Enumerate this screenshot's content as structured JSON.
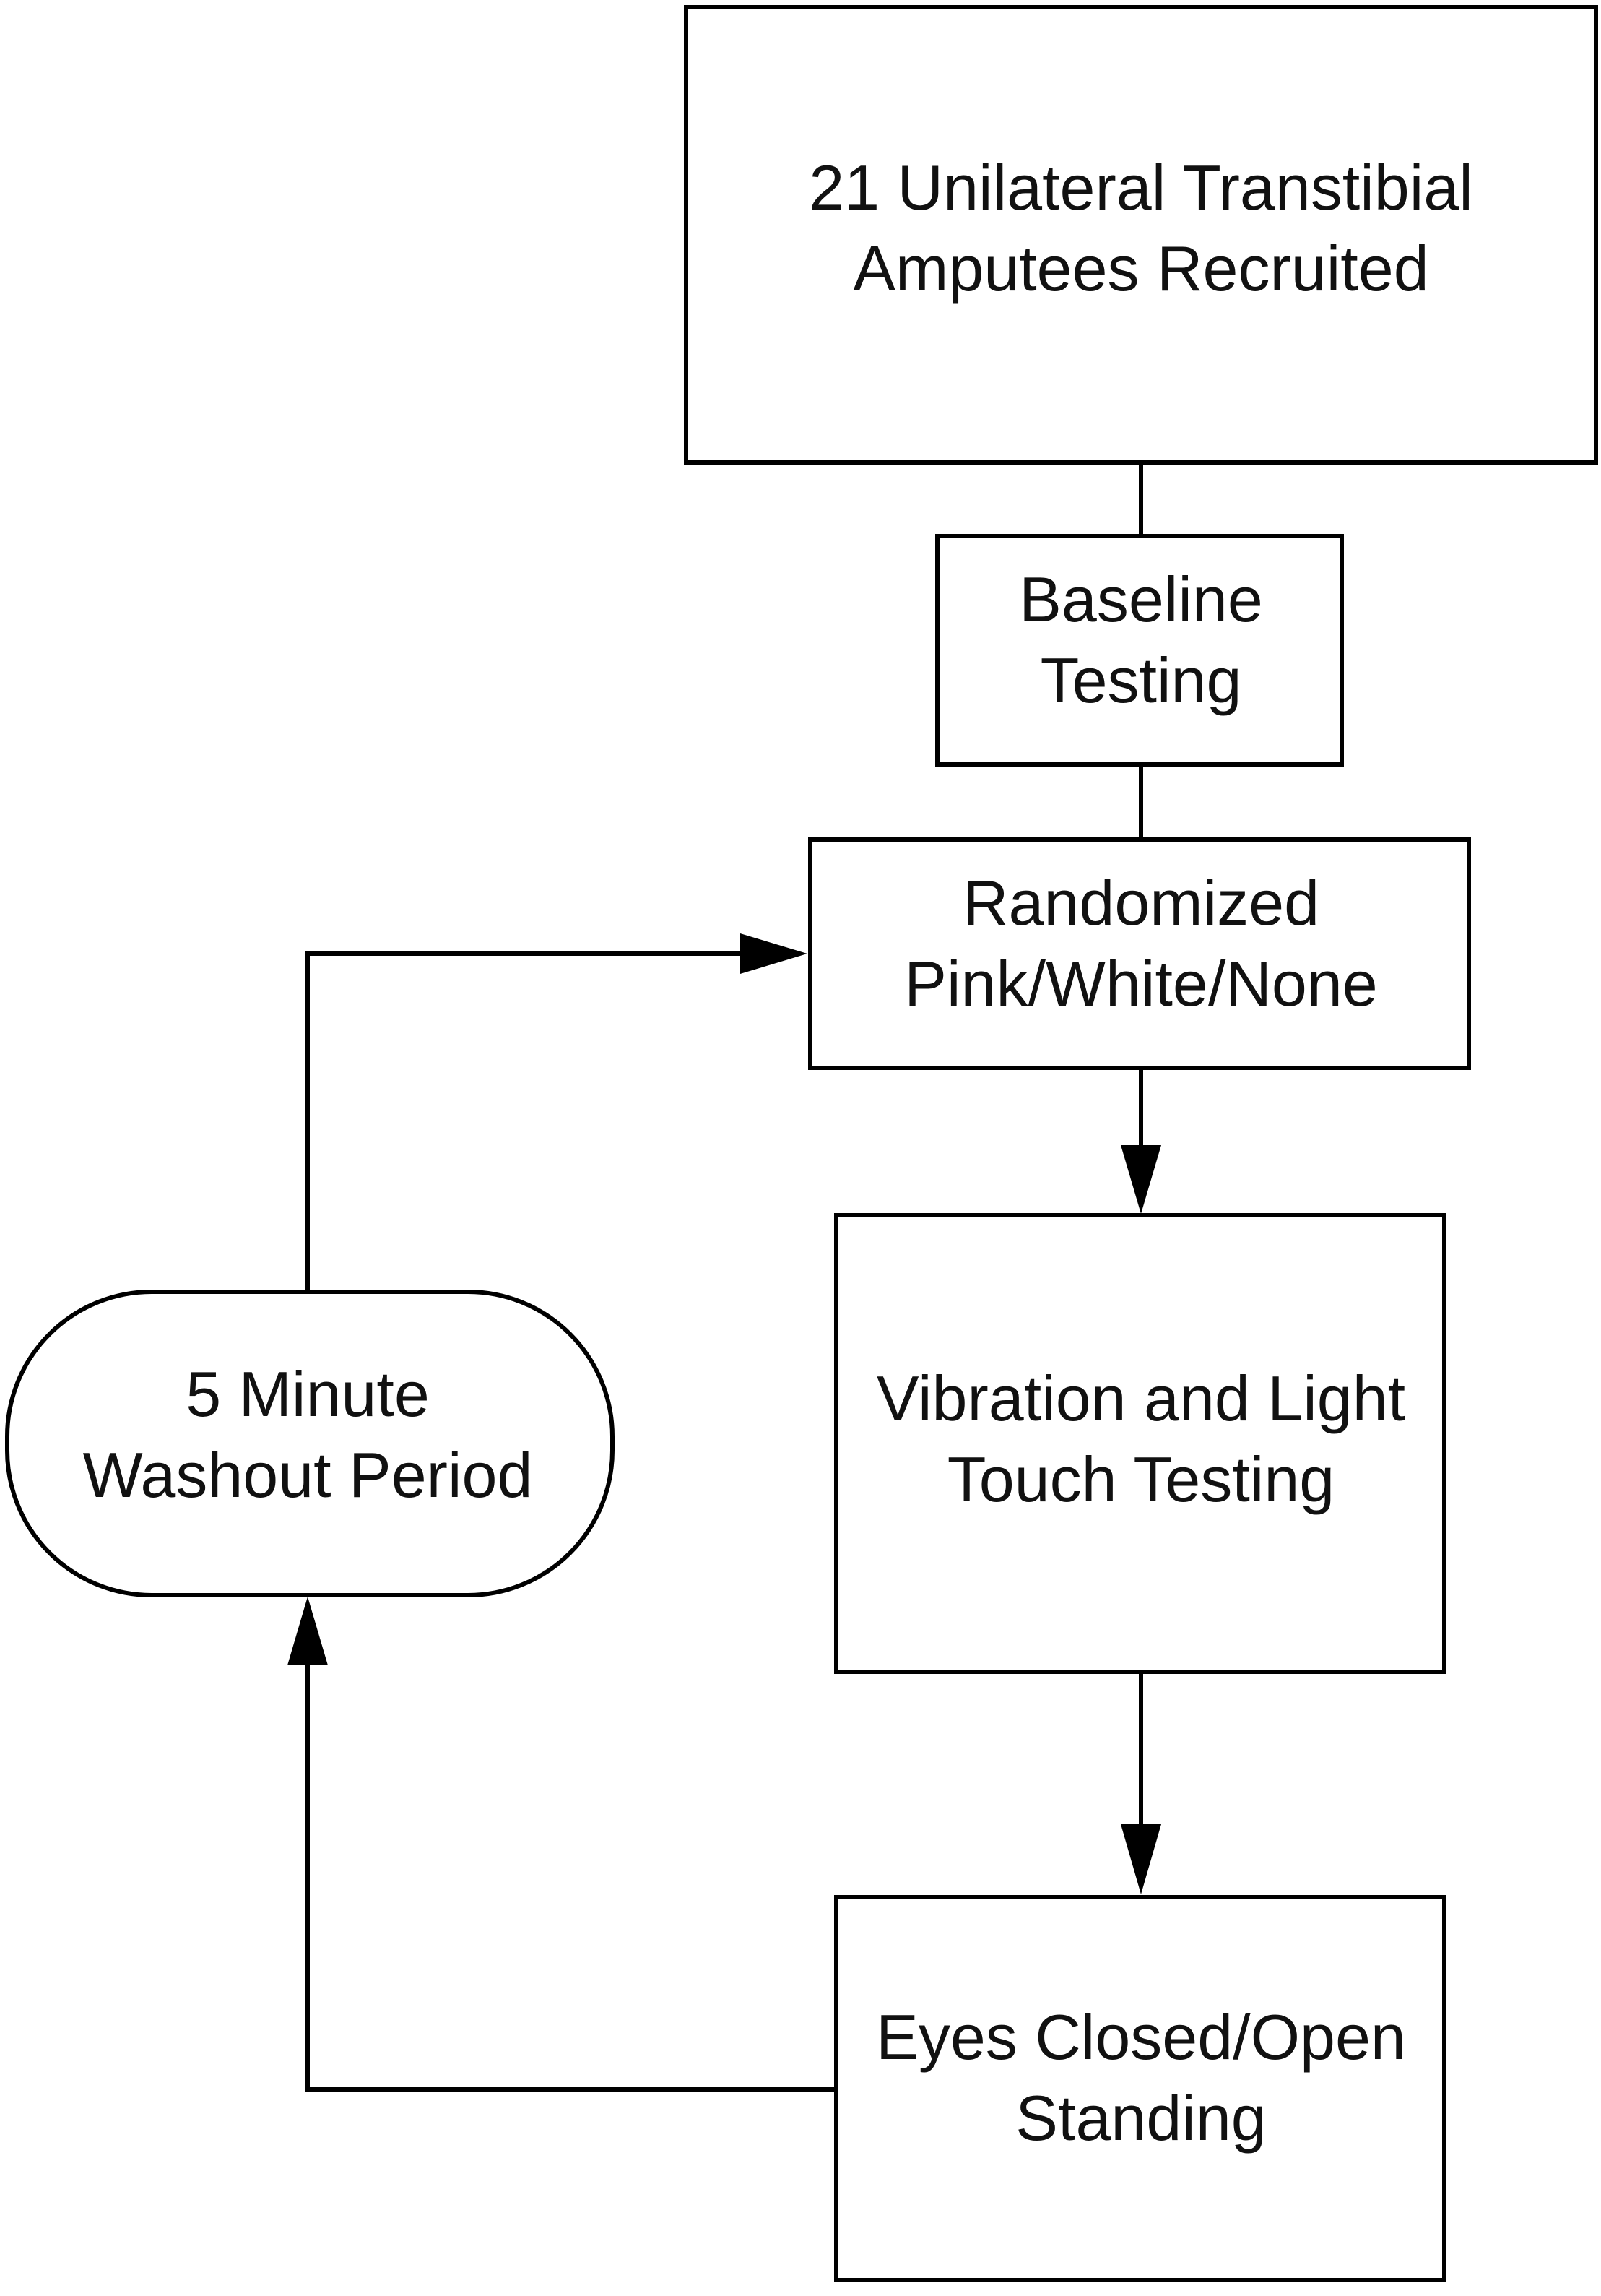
{
  "diagram": {
    "nodes": {
      "recruited": {
        "line1": "21 Unilateral Transtibial",
        "line2": "Amputees Recruited"
      },
      "baseline": {
        "line1": "Baseline",
        "line2": "Testing"
      },
      "randomized": {
        "line1": "Randomized",
        "line2": "Pink/White/None"
      },
      "vibration": {
        "line1": "Vibration and Light",
        "line2": "Touch Testing"
      },
      "standing": {
        "line1": "Eyes Closed/Open",
        "line2": "Standing"
      },
      "washout": {
        "line1": "5 Minute",
        "line2": "Washout Period"
      }
    },
    "edges": [
      {
        "from": "recruited",
        "to": "baseline",
        "arrow": false
      },
      {
        "from": "baseline",
        "to": "randomized",
        "arrow": false
      },
      {
        "from": "randomized",
        "to": "vibration",
        "arrow": true
      },
      {
        "from": "vibration",
        "to": "standing",
        "arrow": true
      },
      {
        "from": "standing",
        "to": "washout",
        "arrow": true
      },
      {
        "from": "washout",
        "to": "randomized",
        "arrow": true
      }
    ]
  }
}
